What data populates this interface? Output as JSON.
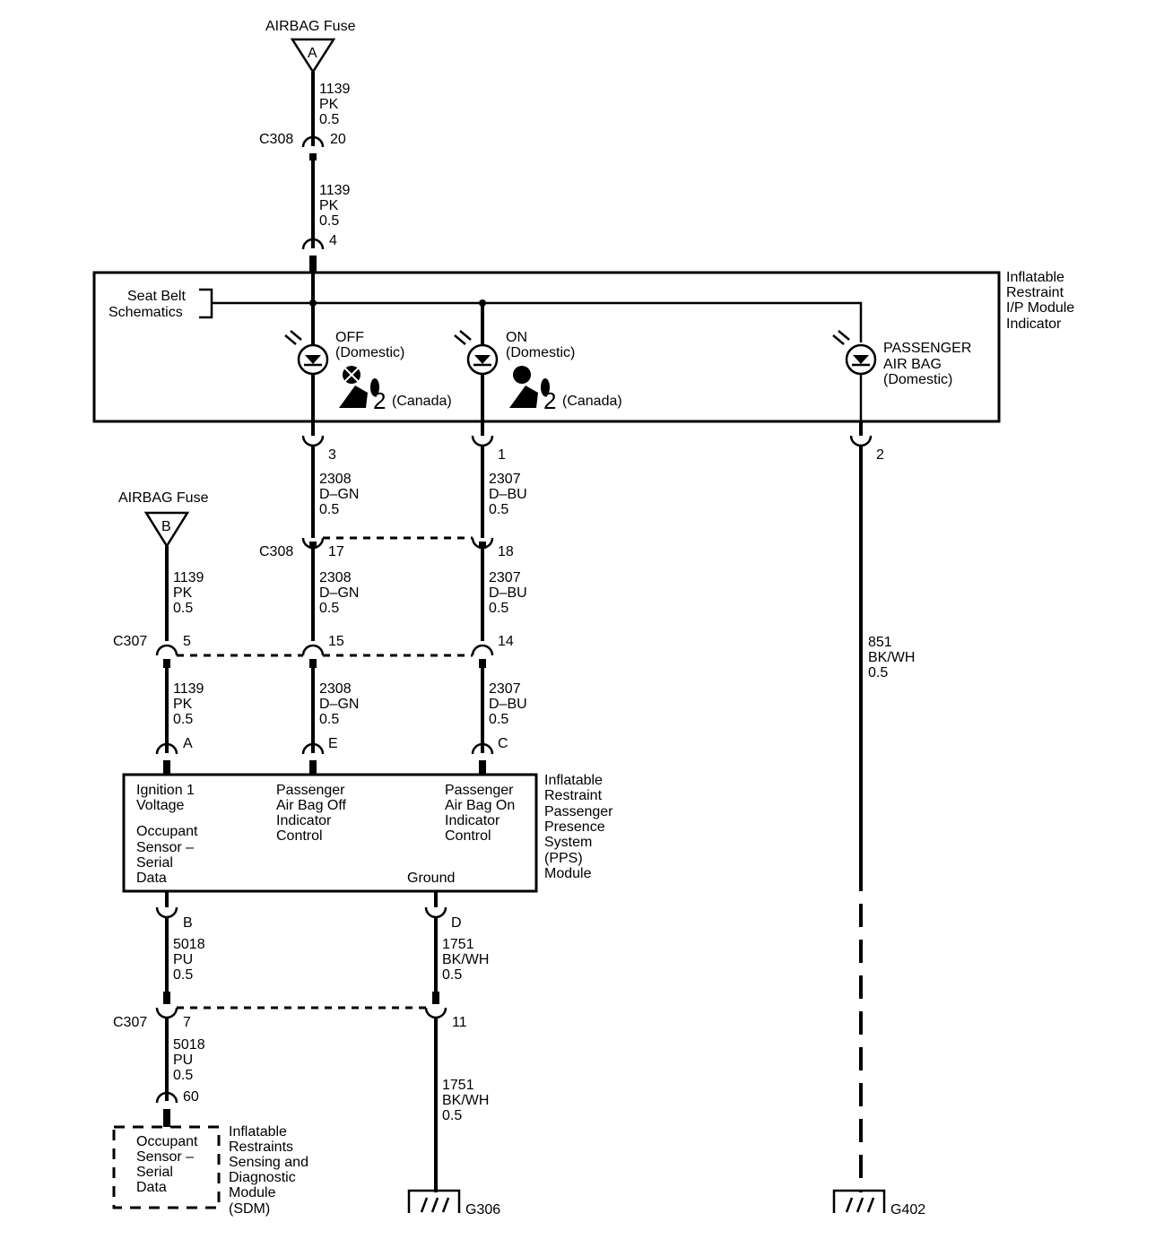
{
  "fuse_a": {
    "label": "AIRBAG Fuse",
    "letter": "A"
  },
  "fuse_b": {
    "label": "AIRBAG Fuse",
    "letter": "B"
  },
  "wire_1139_top1": [
    "1139",
    "PK",
    "0.5"
  ],
  "wire_1139_top2": [
    "1139",
    "PK",
    "0.5"
  ],
  "c308_top": {
    "name": "C308",
    "pin": "20"
  },
  "ip_pin_4": "4",
  "ip_module": {
    "label": [
      "Inflatable",
      "Restraint",
      "I/P Module",
      "Indicator"
    ],
    "seat_belt": [
      "Seat Belt",
      "Schematics"
    ],
    "off": [
      "OFF",
      "(Domestic)"
    ],
    "on": [
      "ON",
      "(Domestic)"
    ],
    "canada_num": "2",
    "canada": "(Canada)",
    "passenger": [
      "PASSENGER",
      "AIR BAG",
      "(Domestic)"
    ]
  },
  "ip_pins": {
    "p3": "3",
    "p1": "1",
    "p2": "2"
  },
  "wire_2308_a": [
    "2308",
    "D–GN",
    "0.5"
  ],
  "wire_2307_a": [
    "2307",
    "D–BU",
    "0.5"
  ],
  "c308_mid": {
    "name": "C308",
    "pin_a": "17",
    "pin_b": "18"
  },
  "wire_1139_b1": [
    "1139",
    "PK",
    "0.5"
  ],
  "wire_2308_b": [
    "2308",
    "D–GN",
    "0.5"
  ],
  "wire_2307_b": [
    "2307",
    "D–BU",
    "0.5"
  ],
  "c307_mid": {
    "name": "C307",
    "pin_a": "5",
    "pin_b": "15",
    "pin_c": "14"
  },
  "wire_851": [
    "851",
    "BK/WH",
    "0.5"
  ],
  "wire_1139_b2": [
    "1139",
    "PK",
    "0.5"
  ],
  "wire_2308_c": [
    "2308",
    "D–GN",
    "0.5"
  ],
  "wire_2307_c": [
    "2307",
    "D–BU",
    "0.5"
  ],
  "pps_pins": {
    "a": "A",
    "e": "E",
    "c": "C",
    "b": "B",
    "d": "D"
  },
  "pps_module": {
    "label": [
      "Inflatable",
      "Restraint",
      "Passenger",
      "Presence",
      "System",
      "(PPS)",
      "Module"
    ],
    "ign": [
      "Ignition 1",
      "Voltage"
    ],
    "occ": [
      "Occupant",
      "Sensor –",
      "Serial",
      "Data"
    ],
    "off_ctrl": [
      "Passenger",
      "Air Bag Off",
      "Indicator",
      "Control"
    ],
    "on_ctrl": [
      "Passenger",
      "Air Bag On",
      "Indicator",
      "Control"
    ],
    "ground": "Ground"
  },
  "wire_5018_a": [
    "5018",
    "PU",
    "0.5"
  ],
  "wire_1751_a": [
    "1751",
    "BK/WH",
    "0.5"
  ],
  "c307_low": {
    "name": "C307",
    "pin_a": "7",
    "pin_b": "11"
  },
  "wire_5018_b": [
    "5018",
    "PU",
    "0.5"
  ],
  "sdm_pin": "60",
  "wire_1751_b": [
    "1751",
    "BK/WH",
    "0.5"
  ],
  "sdm": {
    "inner": [
      "Occupant",
      "Sensor –",
      "Serial",
      "Data"
    ],
    "label": [
      "Inflatable",
      "Restraints",
      "Sensing and",
      "Diagnostic",
      "Module",
      "(SDM)"
    ]
  },
  "ground_g306": "G306",
  "ground_g402": "G402"
}
